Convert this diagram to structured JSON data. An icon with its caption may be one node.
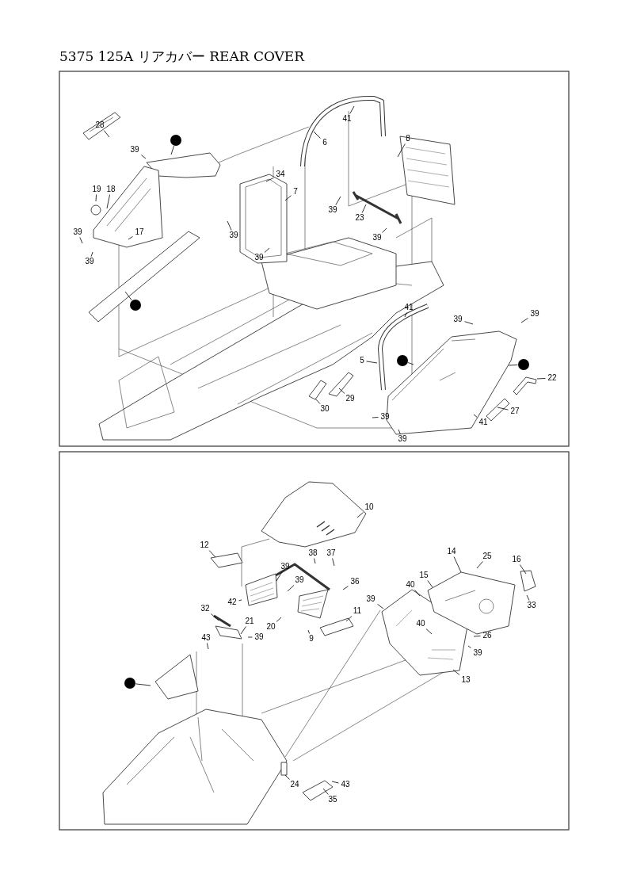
{
  "diagram": {
    "title": "5375 125A リアカバー REAR COVER",
    "nodes": [
      {
        "text": [
          "28"
        ]
      },
      {
        "text": [],
        "shape": "circle"
      },
      {
        "text": [
          "39"
        ]
      },
      {
        "text": [
          "19"
        ]
      },
      {
        "text": [
          "18"
        ]
      },
      {
        "text": [
          "39"
        ]
      },
      {
        "text": [
          "17"
        ]
      },
      {
        "text": [
          "39"
        ]
      },
      {
        "text": [],
        "shape": "circle"
      },
      {
        "text": [
          "41"
        ]
      },
      {
        "text": [
          "6"
        ]
      },
      {
        "text": [
          "34"
        ]
      },
      {
        "text": [
          "7"
        ]
      },
      {
        "text": [
          "39"
        ]
      },
      {
        "text": [
          "39"
        ]
      },
      {
        "text": [
          "39"
        ]
      },
      {
        "text": [
          "8"
        ]
      },
      {
        "text": [
          "23"
        ]
      },
      {
        "text": [
          "39"
        ]
      },
      {
        "text": [
          "41"
        ]
      },
      {
        "text": [
          "39"
        ]
      },
      {
        "text": [
          "39"
        ]
      },
      {
        "text": [
          "5"
        ]
      },
      {
        "text": [],
        "shape": "circle"
      },
      {
        "text": [],
        "shape": "circle"
      },
      {
        "text": [
          "22"
        ]
      },
      {
        "text": [
          "29"
        ]
      },
      {
        "text": [
          "30"
        ]
      },
      {
        "text": [
          "27"
        ]
      },
      {
        "text": [
          "39"
        ]
      },
      {
        "text": [
          "39"
        ]
      },
      {
        "text": [
          "41"
        ]
      },
      {
        "text": [
          "10"
        ]
      },
      {
        "text": [
          "12"
        ]
      },
      {
        "text": [
          "38"
        ]
      },
      {
        "text": [
          "37"
        ]
      },
      {
        "text": [
          "39"
        ]
      },
      {
        "text": [
          "39"
        ]
      },
      {
        "text": [
          "36"
        ]
      },
      {
        "text": [
          "42"
        ]
      },
      {
        "text": [
          "20"
        ]
      },
      {
        "text": [
          "9"
        ]
      },
      {
        "text": [
          "11"
        ]
      },
      {
        "text": [
          "32"
        ]
      },
      {
        "text": [
          "21"
        ]
      },
      {
        "text": [
          "39"
        ]
      },
      {
        "text": [
          "43"
        ]
      },
      {
        "text": [],
        "shape": "circle"
      },
      {
        "text": [
          "14"
        ]
      },
      {
        "text": [
          "25"
        ]
      },
      {
        "text": [
          "16"
        ]
      },
      {
        "text": [
          "15"
        ]
      },
      {
        "text": [
          "40"
        ]
      },
      {
        "text": [
          "39"
        ]
      },
      {
        "text": [
          "33"
        ]
      },
      {
        "text": [
          "40"
        ]
      },
      {
        "text": [
          "26"
        ]
      },
      {
        "text": [
          "39"
        ]
      },
      {
        "text": [
          "13"
        ]
      },
      {
        "text": [
          "24"
        ]
      },
      {
        "text": [
          "43"
        ]
      },
      {
        "text": [
          "35"
        ]
      }
    ],
    "edges": [
      {
        "from": 0,
        "to": null,
        "arrow": "none"
      },
      {
        "from": 1,
        "to": null,
        "arrow": "none"
      },
      {
        "from": 2,
        "to": null,
        "arrow": "none"
      },
      {
        "from": 3,
        "to": null,
        "arrow": "none"
      },
      {
        "from": 4,
        "to": null,
        "arrow": "none"
      },
      {
        "from": 5,
        "to": null,
        "arrow": "none"
      },
      {
        "from": 6,
        "to": null,
        "arrow": "none"
      },
      {
        "from": 7,
        "to": null,
        "arrow": "none"
      },
      {
        "from": 8,
        "to": null,
        "arrow": "none"
      },
      {
        "from": 9,
        "to": null,
        "arrow": "none"
      },
      {
        "from": 10,
        "to": null,
        "arrow": "none"
      },
      {
        "from": 11,
        "to": null,
        "arrow": "none"
      },
      {
        "from": 12,
        "to": null,
        "arrow": "none"
      },
      {
        "from": 13,
        "to": null,
        "arrow": "none"
      },
      {
        "from": 14,
        "to": null,
        "arrow": "none"
      },
      {
        "from": 15,
        "to": null,
        "arrow": "none"
      },
      {
        "from": 16,
        "to": null,
        "arrow": "none"
      },
      {
        "from": 17,
        "to": null,
        "arrow": "none"
      },
      {
        "from": 18,
        "to": null,
        "arrow": "none"
      },
      {
        "from": 19,
        "to": null,
        "arrow": "none"
      },
      {
        "from": 20,
        "to": null,
        "arrow": "none"
      },
      {
        "from": 21,
        "to": null,
        "arrow": "none"
      },
      {
        "from": 22,
        "to": null,
        "arrow": "none"
      },
      {
        "from": 23,
        "to": null,
        "arrow": "none"
      },
      {
        "from": 24,
        "to": null,
        "arrow": "none"
      },
      {
        "from": 25,
        "to": null,
        "arrow": "none"
      },
      {
        "from": 26,
        "to": null,
        "arrow": "none"
      },
      {
        "from": 27,
        "to": null,
        "arrow": "none"
      },
      {
        "from": 28,
        "to": null,
        "arrow": "none"
      },
      {
        "from": 29,
        "to": null,
        "arrow": "none"
      },
      {
        "from": 30,
        "to": null,
        "arrow": "none"
      },
      {
        "from": 31,
        "to": null,
        "arrow": "none"
      },
      {
        "from": 32,
        "to": null,
        "arrow": "none"
      },
      {
        "from": 33,
        "to": null,
        "arrow": "none"
      },
      {
        "from": 34,
        "to": null,
        "arrow": "none"
      },
      {
        "from": 35,
        "to": null,
        "arrow": "none"
      },
      {
        "from": 36,
        "to": null,
        "arrow": "none"
      },
      {
        "from": 37,
        "to": null,
        "arrow": "none"
      },
      {
        "from": 38,
        "to": null,
        "arrow": "none"
      },
      {
        "from": 39,
        "to": null,
        "arrow": "none"
      },
      {
        "from": 40,
        "to": null,
        "arrow": "none"
      },
      {
        "from": 41,
        "to": null,
        "arrow": "none"
      },
      {
        "from": 42,
        "to": null,
        "arrow": "none"
      },
      {
        "from": 43,
        "to": null,
        "arrow": "none"
      },
      {
        "from": 44,
        "to": null,
        "arrow": "none"
      },
      {
        "from": 45,
        "to": null,
        "arrow": "none"
      },
      {
        "from": 46,
        "to": null,
        "arrow": "none"
      },
      {
        "from": 47,
        "to": null,
        "arrow": "none"
      },
      {
        "from": 48,
        "to": null,
        "arrow": "none"
      },
      {
        "from": 49,
        "to": null,
        "arrow": "none"
      },
      {
        "from": 50,
        "to": null,
        "arrow": "none"
      },
      {
        "from": 51,
        "to": null,
        "arrow": "none"
      },
      {
        "from": 52,
        "to": null,
        "arrow": "none"
      },
      {
        "from": 53,
        "to": null,
        "arrow": "none"
      },
      {
        "from": 54,
        "to": null,
        "arrow": "none"
      },
      {
        "from": 55,
        "to": null,
        "arrow": "none"
      },
      {
        "from": 56,
        "to": null,
        "arrow": "none"
      },
      {
        "from": 57,
        "to": null,
        "arrow": "none"
      },
      {
        "from": 58,
        "to": null,
        "arrow": "none"
      },
      {
        "from": 59,
        "to": null,
        "arrow": "none"
      },
      {
        "from": 60,
        "to": null,
        "arrow": "none"
      },
      {
        "from": 61,
        "to": null,
        "arrow": "none"
      }
    ]
  }
}
